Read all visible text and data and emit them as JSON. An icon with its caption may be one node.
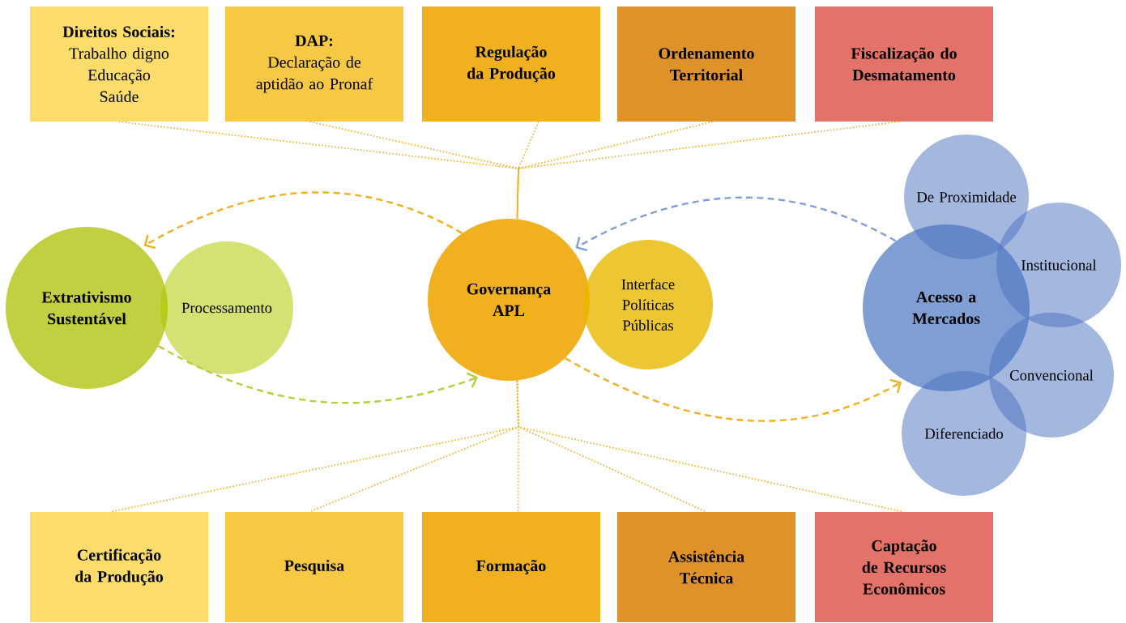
{
  "diagram": {
    "nodes": [
      {
        "text": [
          "Direitos Sociais:",
          "Trabalho digno",
          "Educação",
          "Saúde"
        ]
      },
      {
        "text": [
          "DAP:",
          "Declaração de aptidão ao Pronaf"
        ]
      },
      {
        "text": [
          "Regulação da Produção"
        ]
      },
      {
        "text": [
          "Ordenamento Territorial"
        ]
      },
      {
        "text": [
          "Fiscalização do Desmatamento"
        ]
      },
      {
        "text": [
          "Extrativismo Sustentável"
        ]
      },
      {
        "text": [
          "Processamento"
        ]
      },
      {
        "text": [
          "Governança APL"
        ]
      },
      {
        "text": [
          "Interface Políticas Públicas"
        ]
      },
      {
        "text": [
          "Acesso a Mercados"
        ]
      },
      {
        "text": [
          "De Proximidade"
        ]
      },
      {
        "text": [
          "Institucional"
        ]
      },
      {
        "text": [
          "Convencional"
        ]
      },
      {
        "text": [
          "Diferenciado"
        ]
      },
      {
        "text": [
          "Certificação da Produção"
        ]
      },
      {
        "text": [
          "Pesquisa"
        ]
      },
      {
        "text": [
          "Formação"
        ]
      },
      {
        "text": [
          "Assistência Técnica"
        ]
      },
      {
        "text": [
          "Captação de Recursos Econômicos"
        ]
      }
    ],
    "edges": [
      {
        "from": 0,
        "to": 7,
        "arrow": "none",
        "style": "dashed"
      },
      {
        "from": 1,
        "to": 7,
        "arrow": "none",
        "style": "dashed"
      },
      {
        "from": 2,
        "to": 7,
        "arrow": "none",
        "style": "dashed"
      },
      {
        "from": 3,
        "to": 7,
        "arrow": "none",
        "style": "dashed"
      },
      {
        "from": 4,
        "to": 7,
        "arrow": "none",
        "style": "dashed"
      },
      {
        "from": 7,
        "to": 5,
        "arrow": "to",
        "style": "dashed"
      },
      {
        "from": 5,
        "to": 7,
        "arrow": "to",
        "style": "dashed",
        "color": "#b8cc3c"
      },
      {
        "from": 9,
        "to": 7,
        "arrow": "to",
        "style": "dashed",
        "color": "#7f9fd4"
      },
      {
        "from": 7,
        "to": 9,
        "arrow": "to",
        "style": "dashed"
      },
      {
        "from": 7,
        "to": 14,
        "arrow": "none",
        "style": "dashed"
      },
      {
        "from": 7,
        "to": 15,
        "arrow": "none",
        "style": "dashed"
      },
      {
        "from": 7,
        "to": 16,
        "arrow": "none",
        "style": "dashed"
      },
      {
        "from": 7,
        "to": 17,
        "arrow": "none",
        "style": "dashed"
      },
      {
        "from": 7,
        "to": 18,
        "arrow": "none",
        "style": "dashed"
      }
    ]
  }
}
